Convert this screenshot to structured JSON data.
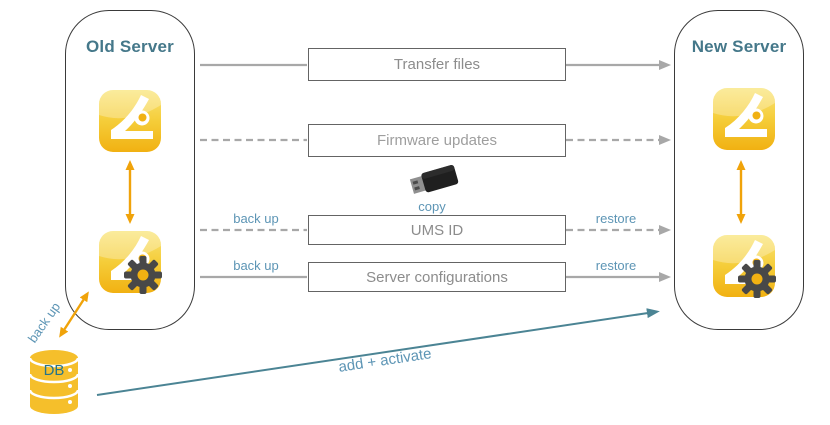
{
  "diagram": {
    "left_panel": {
      "title": "Old Server"
    },
    "right_panel": {
      "title": "New Server"
    },
    "rows": [
      {
        "label": "Transfer files"
      },
      {
        "label": "Firmware updates"
      },
      {
        "label": "UMS ID",
        "left_label": "back up",
        "right_label": "restore"
      },
      {
        "label": "Server configurations",
        "left_label": "back up",
        "right_label": "restore"
      }
    ],
    "usb": {
      "label": "copy"
    },
    "db": {
      "label": "DB",
      "arrow_label": "back up"
    },
    "bottom_arrow": {
      "label": "add + activate"
    },
    "colors": {
      "server_title": "#45788a",
      "action_label": "#5d95b5",
      "box_label": "#8c8c8c",
      "connector_gray": "#a8a8a8",
      "accent_orange": "#f0a30a",
      "accent_teal": "#4b8494",
      "icon_yellow": "#f1b112",
      "db_text": "#26748a"
    }
  }
}
